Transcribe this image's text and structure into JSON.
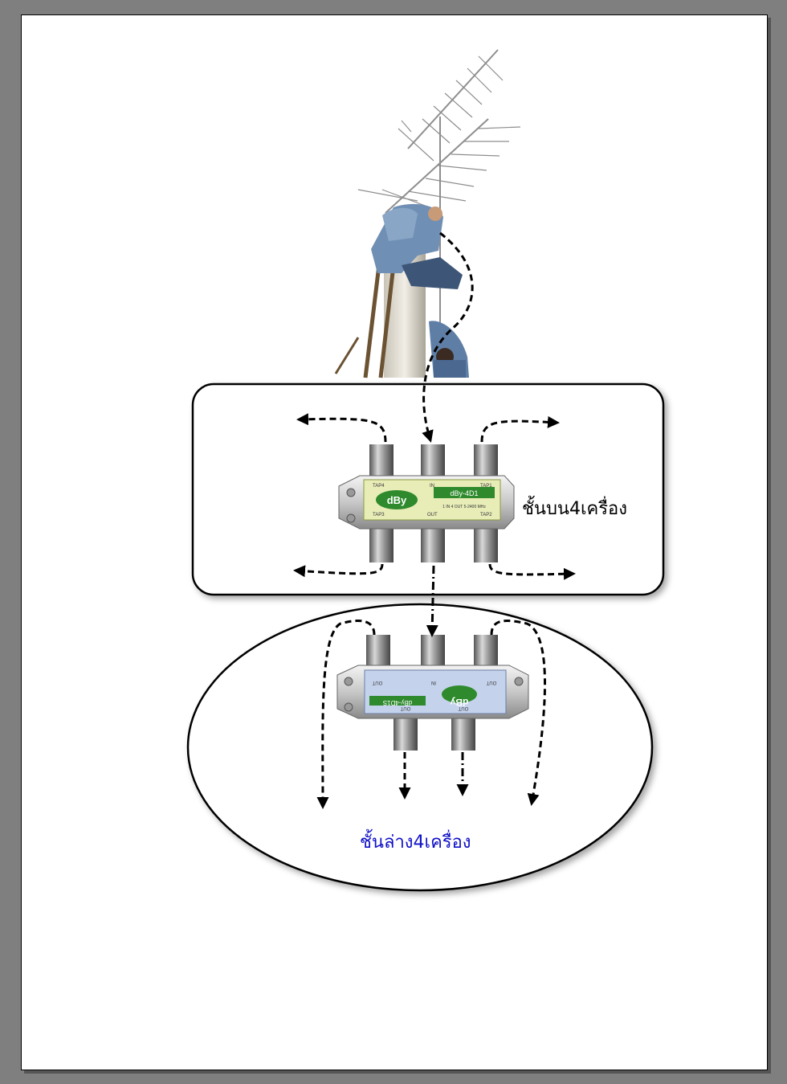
{
  "upper_splitter": {
    "brand": "dBy",
    "model": "dBy-4D1",
    "spec_line": "1 IN 4 OUT 5-2400 MHz",
    "port_in": "IN",
    "port_out": "OUT",
    "tap1": "TAP1",
    "tap2": "TAP2",
    "tap3": "TAP3",
    "tap4": "TAP4",
    "caption": "ชั้นบน4เครื่อง"
  },
  "lower_splitter": {
    "brand": "dBy",
    "model": "dBy-4D1S",
    "port_in": "IN",
    "port_out_a": "OUT",
    "port_out_b": "OUT",
    "port_out_c": "OUT",
    "port_out_d": "OUT",
    "caption": "ชั้นล่าง4เครื่อง"
  },
  "colors": {
    "splitter_label_bg": "#e8edb8",
    "splitter_logo": "#2e8a2c",
    "lower_label_bg": "#c4d2ec",
    "lower_caption": "#1010c8"
  },
  "icons": {
    "antenna": "yagi-antenna-icon",
    "technician": "technician-photo",
    "arrow": "dashed-arrow-icon"
  }
}
